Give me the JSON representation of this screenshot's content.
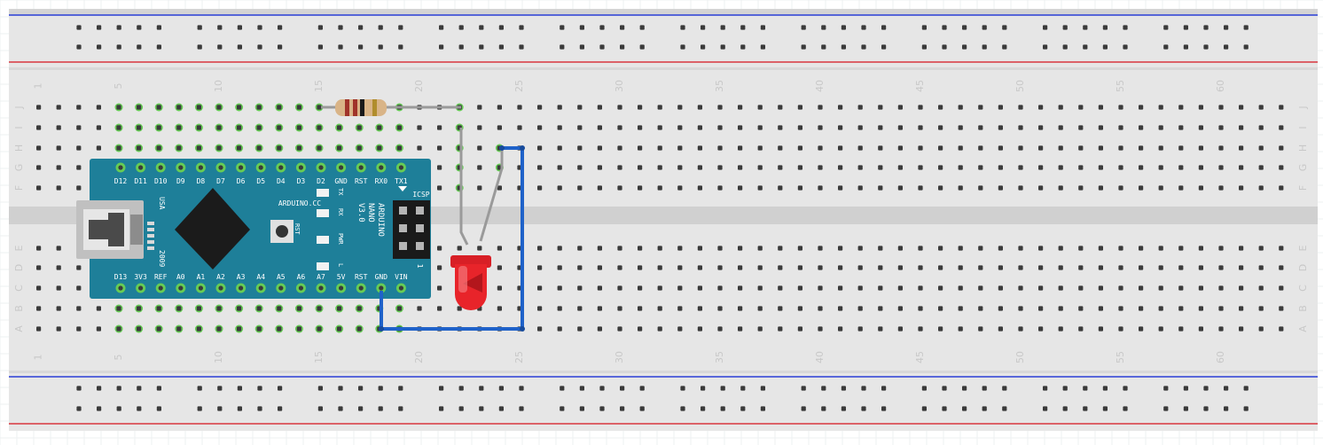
{
  "breadboard": {
    "row_letters_top": [
      "J",
      "I",
      "H",
      "G",
      "F"
    ],
    "row_letters_bottom": [
      "E",
      "D",
      "C",
      "B",
      "A"
    ],
    "column_numbers": [
      "1",
      "5",
      "10",
      "15",
      "20",
      "25",
      "30",
      "35",
      "40",
      "45",
      "50",
      "55",
      "60"
    ],
    "colors": {
      "body": "#e6e6e6",
      "rail_red": "#d9363e",
      "rail_blue": "#2a3ed6",
      "hole": "#3a3a3a",
      "hole_active": "#66cc55",
      "wire_blue": "#1f62c9",
      "leg_gray": "#9a9a9a"
    }
  },
  "arduino": {
    "top_pins": [
      "D12",
      "D11",
      "D10",
      "D9",
      "D8",
      "D7",
      "D6",
      "D5",
      "D4",
      "D3",
      "D2",
      "GND",
      "RST",
      "RX0",
      "TX1"
    ],
    "bottom_pins": [
      "D13",
      "3V3",
      "REF",
      "A0",
      "A1",
      "A2",
      "A3",
      "A4",
      "A5",
      "A6",
      "A7",
      "5V",
      "RST",
      "GND",
      "VIN"
    ],
    "brand": "ARDUINO.CC",
    "model_lines": [
      "ARDUINO",
      "NANO",
      "V3.0"
    ],
    "led_labels": [
      "TX",
      "RX",
      "PWR",
      "L"
    ],
    "reset_label": "RST",
    "icsp_label": "ICSP",
    "country": "USA",
    "year": "2009",
    "header_mark": "1",
    "colors": {
      "board": "#1e7f99",
      "chip": "#1b1b1b",
      "usb": "#c0c0c0"
    }
  },
  "components": {
    "resistor_name": "resistor",
    "led_name": "led",
    "led_color": "#e8242a"
  }
}
